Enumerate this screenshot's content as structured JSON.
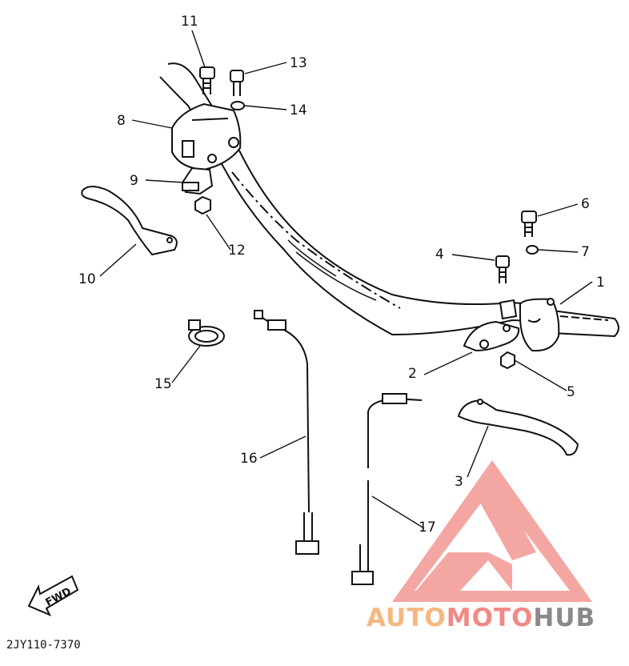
{
  "diagram": {
    "part_code": "2JY110-7370",
    "fwd_label": "FWD",
    "callouts": [
      "1",
      "2",
      "3",
      "4",
      "5",
      "6",
      "7",
      "8",
      "9",
      "10",
      "11",
      "12",
      "13",
      "14",
      "15",
      "16",
      "17"
    ]
  },
  "watermark": {
    "text_part1": "AUTO",
    "text_part2": "MOTO",
    "text_part3": "HUB",
    "colors": {
      "orange": "#f5b880",
      "red": "#f08a86",
      "gray": "#8a8a8a"
    }
  }
}
